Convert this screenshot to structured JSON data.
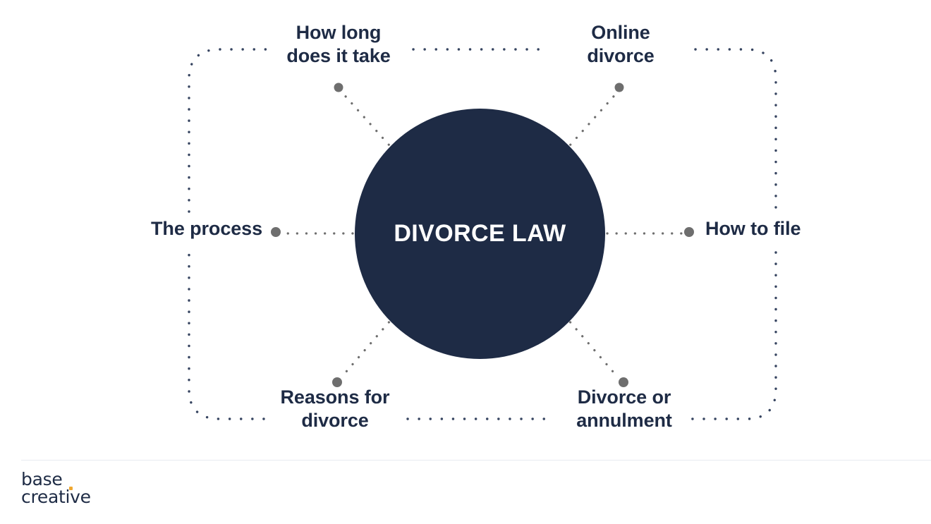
{
  "diagram": {
    "type": "hub-and-spoke-mind-map",
    "hub": {
      "label": "DIVORCE LAW",
      "fill": "#1e2b45",
      "text_color": "#ffffff"
    },
    "nodes": [
      {
        "id": "how-long",
        "label_line1": "How long",
        "label_line2": "does it take",
        "position": "top-left"
      },
      {
        "id": "online",
        "label_line1": "Online",
        "label_line2": "divorce",
        "position": "top-right"
      },
      {
        "id": "the-process",
        "label_line1": "The process",
        "label_line2": "",
        "position": "left"
      },
      {
        "id": "how-to-file",
        "label_line1": "How to file",
        "label_line2": "",
        "position": "right"
      },
      {
        "id": "reasons",
        "label_line1": "Reasons for",
        "label_line2": "divorce",
        "position": "bottom-left"
      },
      {
        "id": "annulment",
        "label_line1": "Divorce or",
        "label_line2": "annulment",
        "position": "bottom-right"
      }
    ],
    "connector_dot_color": "#6e6e6e",
    "dotted_line_color": "#2b3a57",
    "outer_ring_color": "#2b3a57",
    "label_color": "#1e2b45"
  },
  "footer": {
    "logo_line1": "base",
    "logo_line2": "creative",
    "accent_color": "#f0a830",
    "divider_color": "#e8ebf0"
  }
}
